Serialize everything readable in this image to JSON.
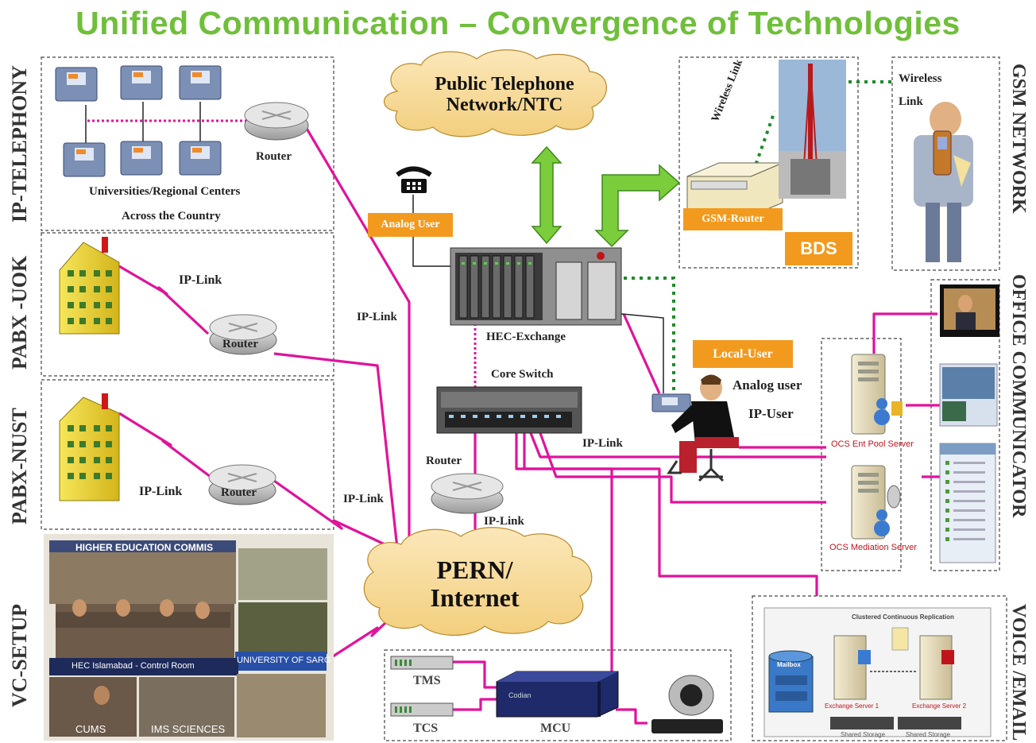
{
  "title": "Unified Communication – Convergence of Technologies",
  "sections": {
    "ip_telephony": "IP-TELEPHONY",
    "pabx_uok": "PABX -UOK",
    "pabx_nust": "PABX-NUST",
    "vc_setup": "VC-SETUP",
    "gsm_network": "GSM NETWORK",
    "office_communicator": "OFFICE COMMUNICATOR",
    "voice_email": "VOICE /EMAIL"
  },
  "clouds": {
    "pstn_line1": "Public Telephone",
    "pstn_line2": "Network/NTC",
    "pern_line1": "PERN/",
    "pern_line2": "Internet"
  },
  "labels": {
    "router_ipt": "Router",
    "universities": "Universities/Regional Centers",
    "across_country": "Across the Country",
    "ip_link_uok": "IP-Link",
    "router_uok": "Router",
    "ip_link_nust": "IP-Link",
    "router_nust": "Router",
    "ip_link_left": "IP-Link",
    "ip_link_pern": "IP-Link",
    "analog_user_badge": "Analog User",
    "hec_exchange": "HEC-Exchange",
    "core_switch": "Core Switch",
    "router_core": "Router",
    "ip_link_core": "IP-Link",
    "ip_link_right": "IP-Link",
    "local_user_badge": "Local-User",
    "analog_user": "Analog user",
    "ip_user": "IP-User",
    "wireless_link_diag": "Wireless Link",
    "wireless": "Wireless",
    "link": "Link",
    "gsm_router_badge": "GSM-Router",
    "bds_badge": "BDS",
    "ocs_pool": "OCS Ent Pool Server",
    "ocs_mediation": "OCS Mediation Server",
    "tms": "TMS",
    "tcs": "TCS",
    "mcu": "MCU",
    "codian": "Codian"
  },
  "vc_photo_text": {
    "banner": "HIGHER EDUCATION COMMIS",
    "room": "HEC Islamabad - Control Room",
    "university": "UNIVERSITY OF SARG",
    "cums": "CUMS",
    "ims": "IMS SCIENCES"
  },
  "email_panel": {
    "heading": "Clustered Continuous Replication",
    "mailbox": "Mailbox",
    "server1": "Exchange Server 1",
    "server2": "Exchange Server 2",
    "storage1": "Shared Storage",
    "storage2": "Shared Storage"
  },
  "colors": {
    "title": "#6fbf3a",
    "link_magenta": "#e0139c",
    "green_arrow": "#7ccd3c",
    "orange_badge": "#f29a1e",
    "dotted_green": "#1f8a2a"
  }
}
